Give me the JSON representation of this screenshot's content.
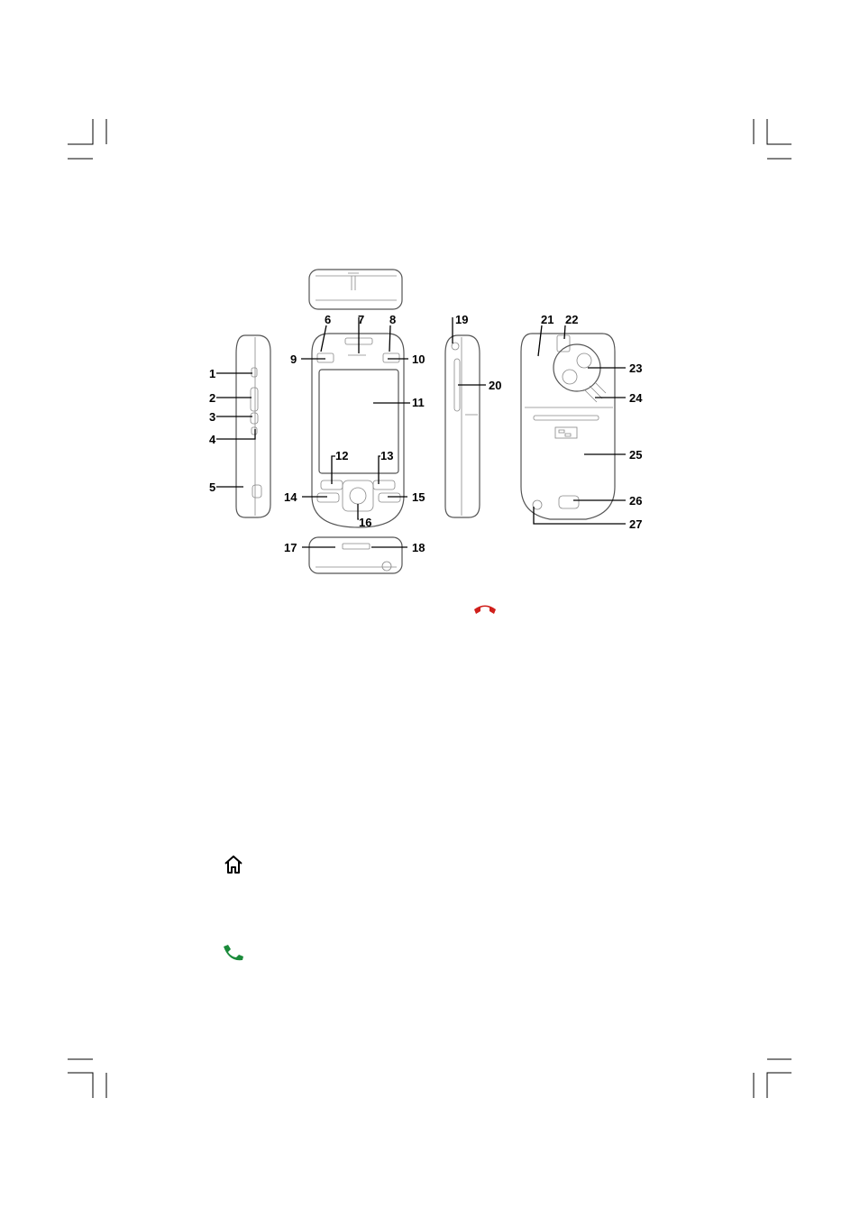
{
  "callouts": [
    "1",
    "2",
    "3",
    "4",
    "5",
    "6",
    "7",
    "8",
    "9",
    "10",
    "11",
    "12",
    "13",
    "14",
    "15",
    "16",
    "17",
    "18",
    "19",
    "20",
    "21",
    "22",
    "23",
    "24",
    "25",
    "26",
    "27"
  ],
  "icons": {
    "end_call": {
      "name": "end-call-icon",
      "color": "#d0201c"
    },
    "home": {
      "name": "home-icon",
      "color": "#000000"
    },
    "call": {
      "name": "call-icon",
      "color": "#1a8a3a"
    }
  }
}
